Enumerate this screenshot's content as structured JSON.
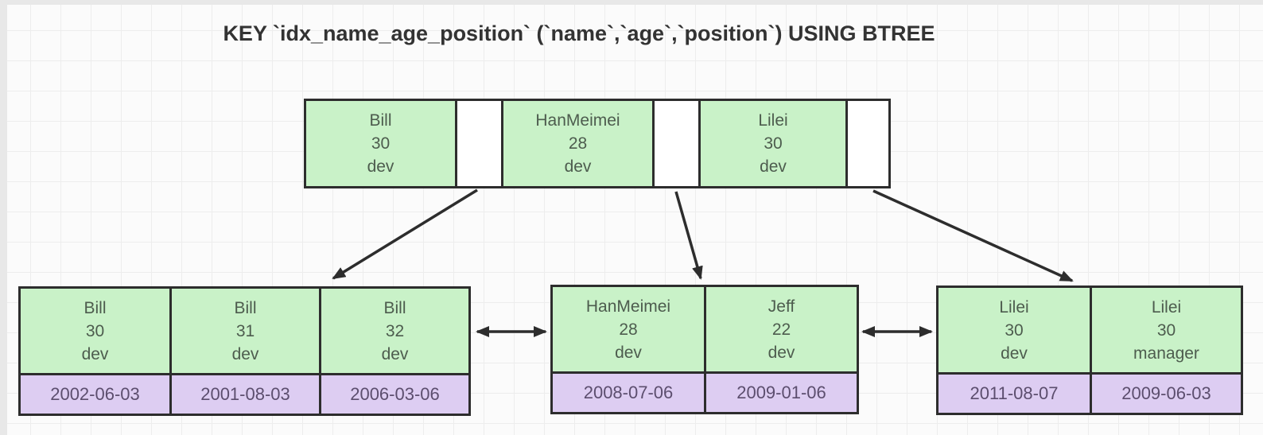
{
  "title": "KEY `idx_name_age_position` (`name`,`age`,`position`) USING BTREE",
  "colors": {
    "key_cell_fill": "#c9f2c8",
    "data_cell_fill": "#ddcdf2",
    "border": "#2d2d2d",
    "arrow": "#2d2d2d",
    "canvas_grid": "#ededed"
  },
  "root_node": {
    "keys": [
      {
        "name": "Bill",
        "age": "30",
        "position": "dev"
      },
      {
        "name": "HanMeimei",
        "age": "28",
        "position": "dev"
      },
      {
        "name": "Lilei",
        "age": "30",
        "position": "dev"
      }
    ]
  },
  "leaf_nodes": [
    {
      "records": [
        {
          "name": "Bill",
          "age": "30",
          "position": "dev",
          "date": "2002-06-03"
        },
        {
          "name": "Bill",
          "age": "31",
          "position": "dev",
          "date": "2001-08-03"
        },
        {
          "name": "Bill",
          "age": "32",
          "position": "dev",
          "date": "2006-03-06"
        }
      ]
    },
    {
      "records": [
        {
          "name": "HanMeimei",
          "age": "28",
          "position": "dev",
          "date": "2008-07-06"
        },
        {
          "name": "Jeff",
          "age": "22",
          "position": "dev",
          "date": "2009-01-06"
        }
      ]
    },
    {
      "records": [
        {
          "name": "Lilei",
          "age": "30",
          "position": "dev",
          "date": "2011-08-07"
        },
        {
          "name": "Lilei",
          "age": "30",
          "position": "manager",
          "date": "2009-06-03"
        }
      ]
    }
  ]
}
